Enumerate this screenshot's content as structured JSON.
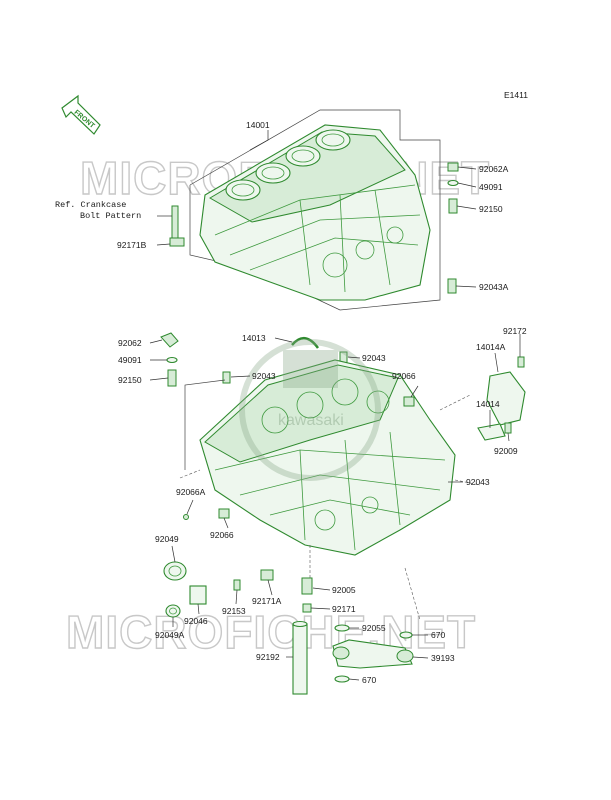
{
  "diagram_id": "E1411",
  "front_arrow_label": "FRONT",
  "reference_note": [
    "Ref. Crankcase",
    "Bolt Pattern"
  ],
  "watermark": "MICROFICHE.NET",
  "center_logo_text": "kawasaki",
  "part_labels": {
    "p14001": "14001",
    "p92062A": "92062A",
    "p49091_top": "49091",
    "p92150_top": "92150",
    "p92171B": "92171B",
    "p92043A": "92043A",
    "p92062": "92062",
    "p49091": "49091",
    "p92150": "92150",
    "p14013": "14013",
    "p92043_mid": "92043",
    "p92043_left": "92043",
    "p92066_right": "92066",
    "p92172": "92172",
    "p14014A": "14014A",
    "p14014": "14014",
    "p92009": "92009",
    "p92043_right": "92043",
    "p92066A": "92066A",
    "p92066": "92066",
    "p92049": "92049",
    "p92005": "92005",
    "p92171A": "92171A",
    "p92153": "92153",
    "p92046": "92046",
    "p92171": "92171",
    "p92055": "92055",
    "p670_top": "670",
    "p92049A": "92049A",
    "p92192": "92192",
    "p39193": "39193",
    "p670_bottom": "670"
  }
}
